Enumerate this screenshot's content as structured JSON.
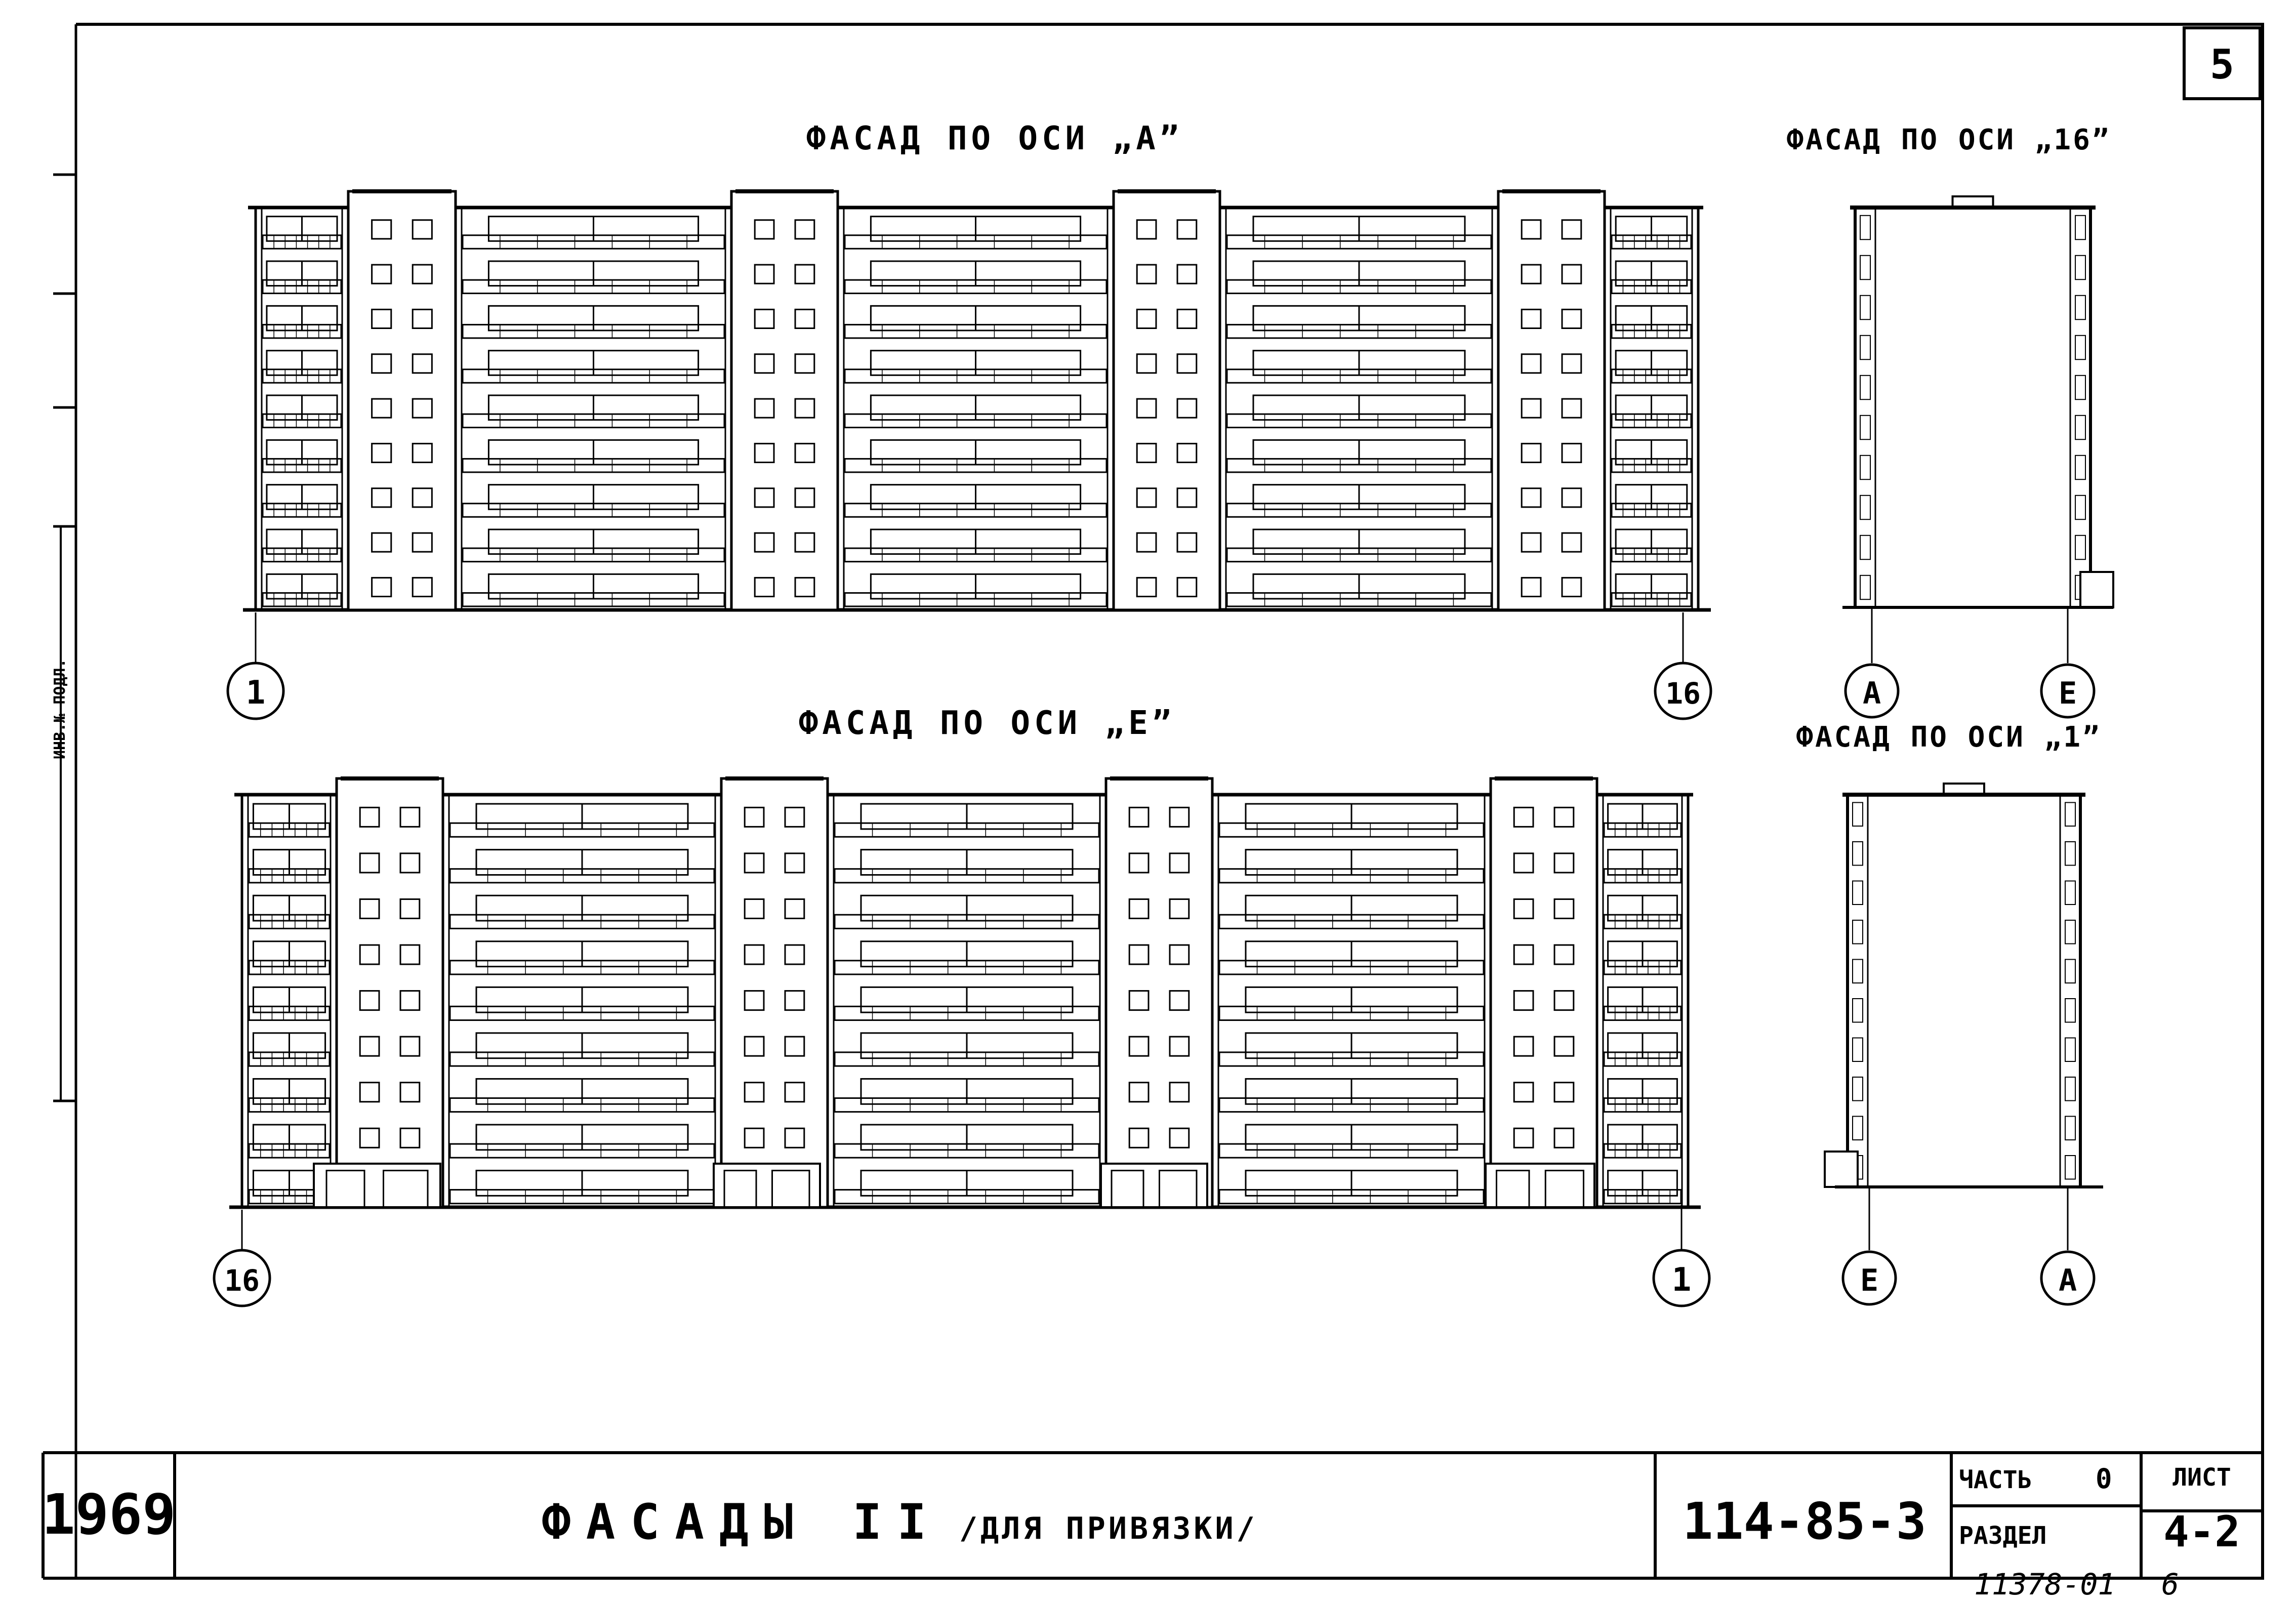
{
  "sheet_corner_number": "5",
  "views": {
    "facade_a": {
      "title": "ФАСАД ПО ОСИ „A”",
      "axis_left": "1",
      "axis_right": "16"
    },
    "facade_e": {
      "title": "ФАСАД ПО ОСИ „E”",
      "axis_left": "16",
      "axis_right": "1"
    },
    "facade_16": {
      "title": "ФАСАД ПО ОСИ „16”",
      "axis_left": "A",
      "axis_right": "E"
    },
    "facade_1": {
      "title": "ФАСАД ПО ОСИ „1”",
      "axis_left": "E",
      "axis_right": "A"
    }
  },
  "title_block": {
    "year": "1969",
    "title": "ФАСАДЫ II",
    "subtitle": "/ДЛЯ ПРИВЯЗКИ/",
    "series": "114-85-3",
    "part_label": "ЧАСТЬ",
    "part_value": "0",
    "section_label": "РАЗДЕЛ",
    "sheet_label": "ЛИСТ",
    "sheet_value": "4-2"
  },
  "footer": {
    "doc_number": "11378-01",
    "page": "6"
  },
  "margin_stamp": "ИНВ.№ ПОДЛ."
}
